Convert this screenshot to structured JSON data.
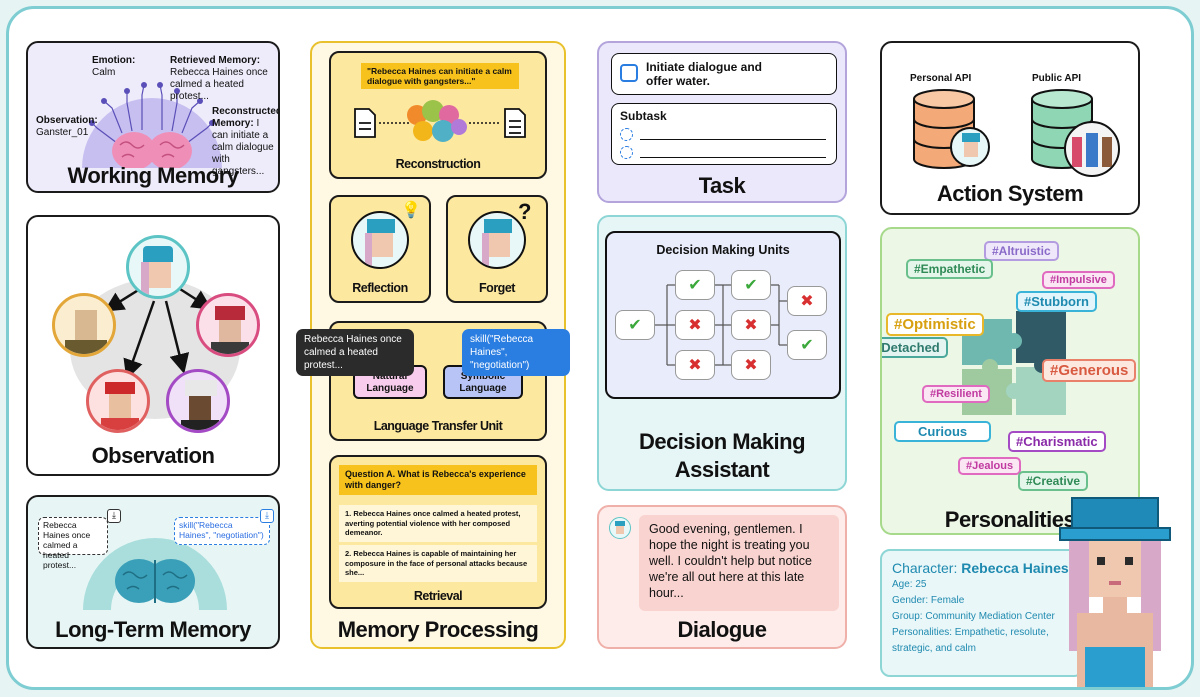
{
  "colors": {
    "frame": "#7ecdd2",
    "working_memory_bg": "#eeecfb",
    "memory_processing_border": "#e8c12d",
    "memory_processing_bg": "#fff9e3",
    "task_border": "#b3a4dc",
    "decision_border": "#8ed6d6",
    "dialogue_border": "#f0b0aa",
    "personalities_border": "#a6d98a"
  },
  "working_memory": {
    "emotion_label": "Emotion:",
    "emotion_value": "Calm",
    "retrieved_label": "Retrieved Memory:",
    "retrieved_value": "Rebecca Haines once calmed a heated protest...",
    "observation_label": "Observation:",
    "observation_value": "Ganster_01",
    "reconstructed_label": "Reconstructed Memory:",
    "reconstructed_value": "I can initiate a calm dialogue with gangsters...",
    "title": "Working Memory"
  },
  "observation": {
    "title": "Observation"
  },
  "long_term_memory": {
    "natural_note": "Rebecca Haines once calmed a heated protest...",
    "symbolic_note": "skill(\"Rebecca Haines\", \"negotiation\")",
    "title": "Long-Term Memory"
  },
  "memory_processing": {
    "reconstruction_quote": "\"Rebecca Haines can initiate a calm dialogue with gangsters...\"",
    "reconstruction_label": "Reconstruction",
    "reflection_label": "Reflection",
    "forget_label": "Forget",
    "forget_mark": "?",
    "natural_bubble": "Rebecca Haines once calmed a heated protest...",
    "symbolic_bubble": "skill(\"Rebecca Haines\", \"negotiation\")",
    "natural_language": "Natural Language",
    "symbolic_language": "Symbolic Language",
    "transfer_label": "Language Transfer Unit",
    "question": "Question A. What is Rebecca's experience with danger?",
    "answer_1": "1. Rebecca Haines once calmed a heated protest, averting potential violence with her composed demeanor.",
    "answer_2": "2. Rebecca Haines is capable of maintaining her composure in the face of personal attacks because she...",
    "retrieval_label": "Retrieval",
    "title": "Memory Processing"
  },
  "task": {
    "main_task": "Initiate dialogue and offer water.",
    "subtask_label": "Subtask",
    "title": "Task"
  },
  "decision": {
    "units_label": "Decision Making Units",
    "title_line1": "Decision Making",
    "title_line2": "Assistant"
  },
  "dialogue": {
    "text": "Good evening, gentlemen. I hope the night is treating you well. I couldn't help but notice we're all out here at this late hour...",
    "title": "Dialogue"
  },
  "action_system": {
    "personal_api": "Personal API",
    "public_api": "Public API",
    "title": "Action System"
  },
  "personalities": {
    "title": "Personalities",
    "tags": {
      "altruistic": "#Altruistic",
      "empathetic": "#Empathetic",
      "impulsive": "#Impulsive",
      "stubborn": "#Stubborn",
      "optimistic": "#Optimistic",
      "detached": "#Detached",
      "generous": "#Generous",
      "resilient": "#Resilient",
      "curious": "Curious",
      "charismatic": "#Charismatic",
      "jealous": "#Jealous",
      "creative": "#Creative"
    }
  },
  "character": {
    "label": "Character:",
    "name": "Rebecca Haines",
    "age": "Age: 25",
    "gender": "Gender: Female",
    "group": "Group: Community Mediation Center",
    "personalities_line1": "Personalities: Empathetic, resolute,",
    "personalities_line2": "strategic, and calm"
  }
}
